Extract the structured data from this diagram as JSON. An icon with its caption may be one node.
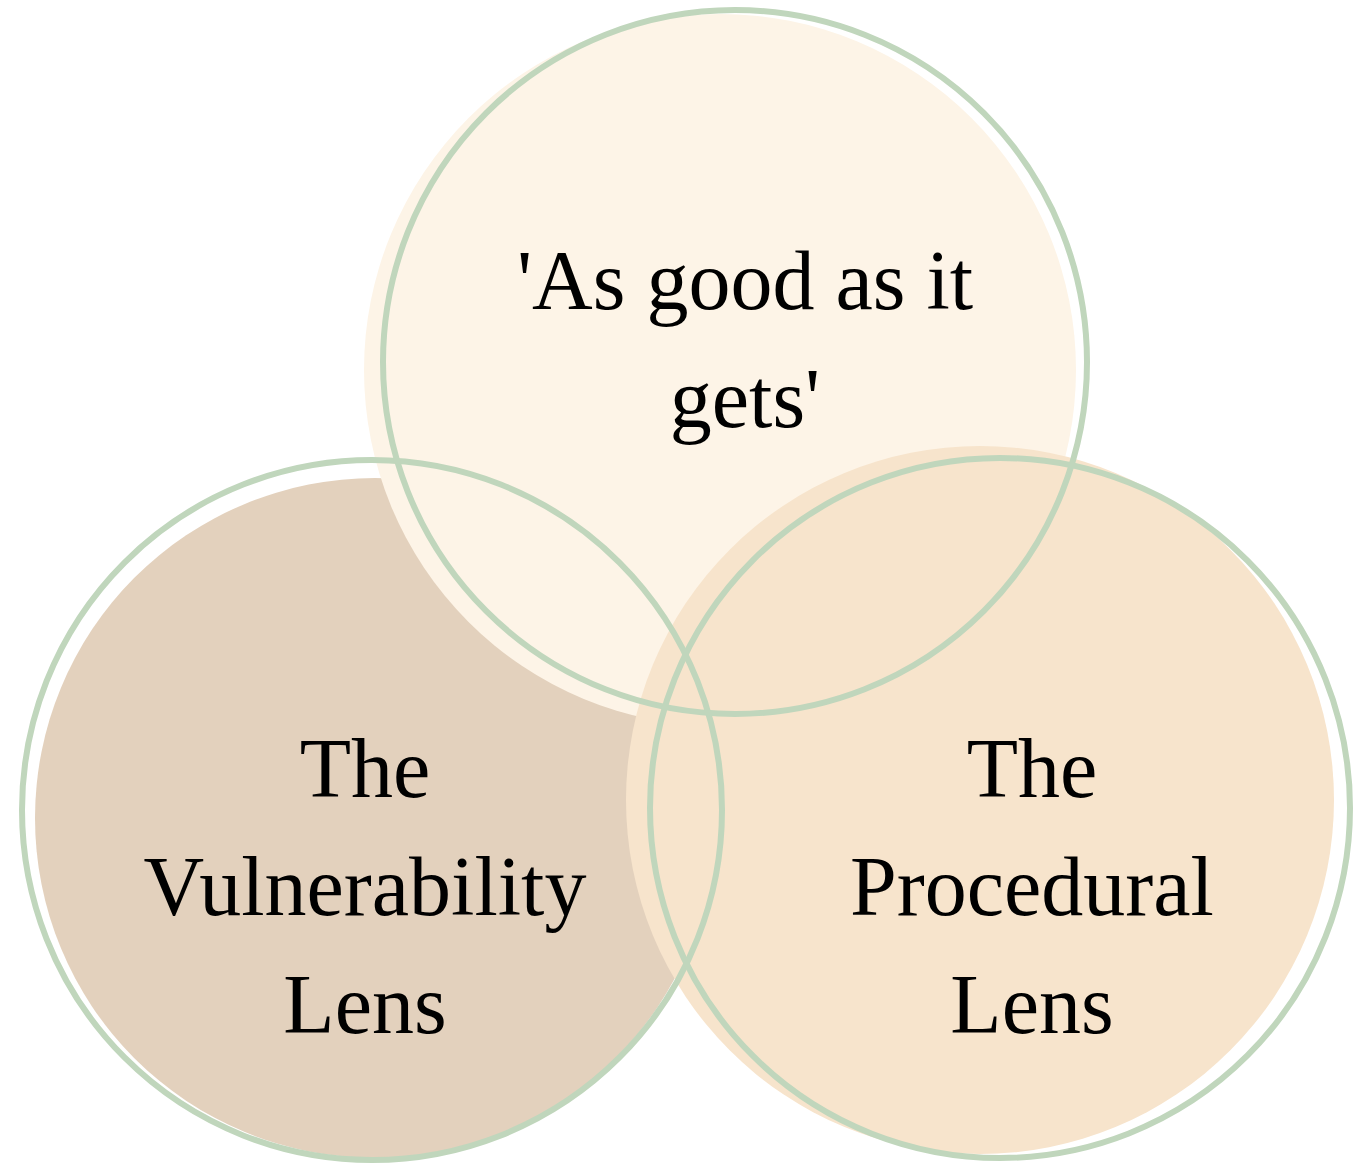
{
  "diagram": {
    "nodes": [
      {
        "text": [
          "'As good as it gets'"
        ]
      },
      {
        "text": [
          "The Vulnerability Lens"
        ]
      },
      {
        "text": [
          "The Procedural Lens"
        ]
      }
    ],
    "edges": []
  }
}
